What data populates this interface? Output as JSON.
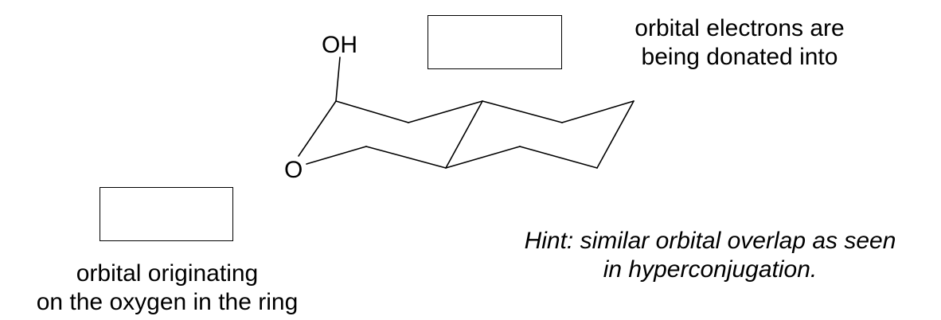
{
  "molecule": {
    "hydroxyl_label": "OH",
    "ring_oxygen_label": "O"
  },
  "answer_boxes": {
    "top": {
      "value": ""
    },
    "bottom": {
      "value": ""
    }
  },
  "labels": {
    "acceptor_line1": "orbital electrons are",
    "acceptor_line2": "being donated into",
    "donor_line1": "orbital originating",
    "donor_line2": "on the oxygen in the ring"
  },
  "hint": {
    "line1": "Hint: similar orbital overlap as seen",
    "line2": "in hyperconjugation."
  }
}
